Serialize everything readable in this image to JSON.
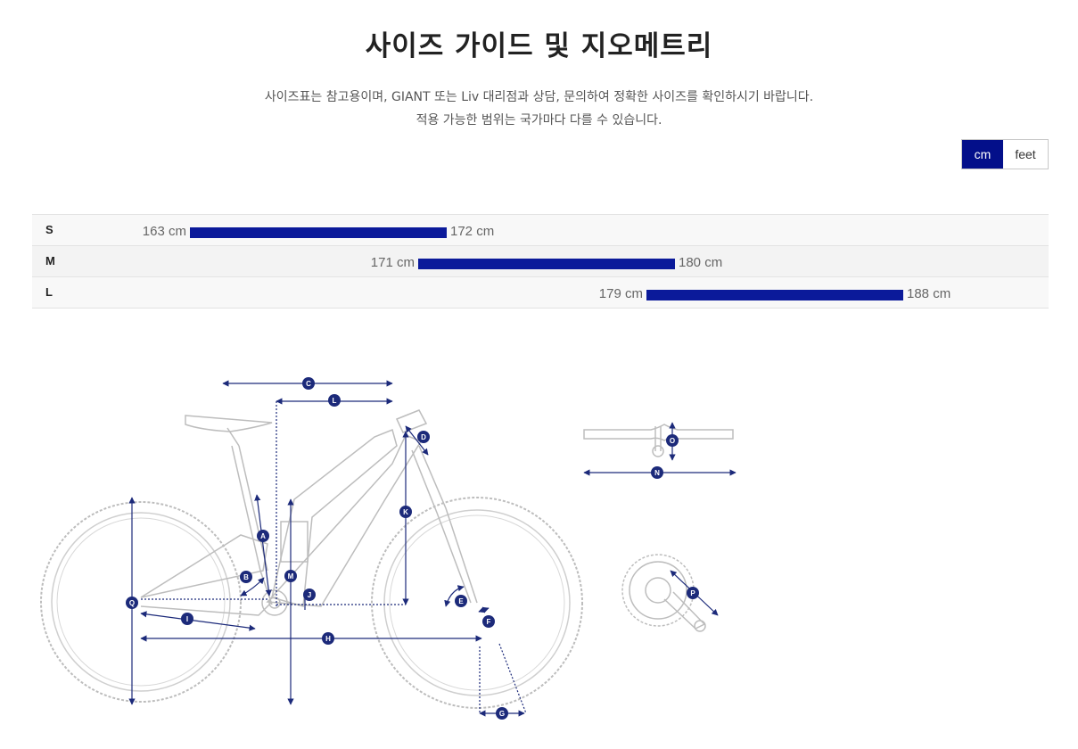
{
  "page": {
    "title": "사이즈 가이드 및 지오메트리",
    "subtitle_line1": "사이즈표는 참고용이며, GIANT 또는 Liv 대리점과 상담, 문의하여 정확한 사이즈를 확인하시기 바랍니다.",
    "subtitle_line2": "적용 가능한 범위는 국가마다 다를 수 있습니다."
  },
  "unit_toggle": {
    "options": [
      "cm",
      "feet"
    ],
    "selected": "cm"
  },
  "size_chart": {
    "rows": [
      {
        "size": "S",
        "min": 163,
        "max": 172,
        "min_label": "163 cm",
        "max_label": "172 cm"
      },
      {
        "size": "M",
        "min": 171,
        "max": 180,
        "min_label": "171 cm",
        "max_label": "180 cm"
      },
      {
        "size": "L",
        "min": 179,
        "max": 188,
        "min_label": "179 cm",
        "max_label": "188 cm"
      }
    ],
    "bar_color": "#0b1a9a"
  },
  "geometry": {
    "labels": [
      "A",
      "B",
      "C",
      "D",
      "E",
      "F",
      "G",
      "H",
      "I",
      "J",
      "K",
      "L",
      "M",
      "N",
      "O",
      "P",
      "Q"
    ],
    "accent_color": "#1c2a7a"
  }
}
